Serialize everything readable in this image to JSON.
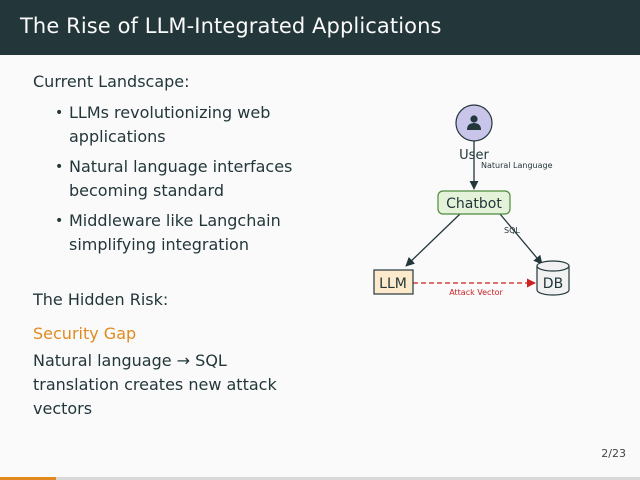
{
  "slide": {
    "title": "The Rise of LLM-Integrated Applications",
    "page_number": "2/23",
    "progress": 0.087
  },
  "left": {
    "heading": "Current Landscape:",
    "bullets": [
      "LLMs revolutionizing web applications",
      "Natural language interfaces becoming standard",
      "Middleware like Langchain simplifying integration"
    ],
    "risk_heading": "The Hidden Risk:",
    "gap_title": "Security Gap",
    "gap_text": "Natural language → SQL translation creates new attack vectors"
  },
  "diagram": {
    "user_label": "User",
    "natural_language_label": "Natural Language",
    "chatbot_label": "Chatbot",
    "sql_label": "SQL",
    "llm_label": "LLM",
    "db_label": "DB",
    "attack_label": "Attack Vector"
  },
  "colors": {
    "title_bg": "#23373b",
    "accent": "#e08a1e",
    "attack": "#cc2222",
    "chatbot_fill": "#e5f2da",
    "chatbot_stroke": "#4f8a3c",
    "llm_fill": "#fdeacc",
    "user_fill": "#c8c4ea"
  }
}
